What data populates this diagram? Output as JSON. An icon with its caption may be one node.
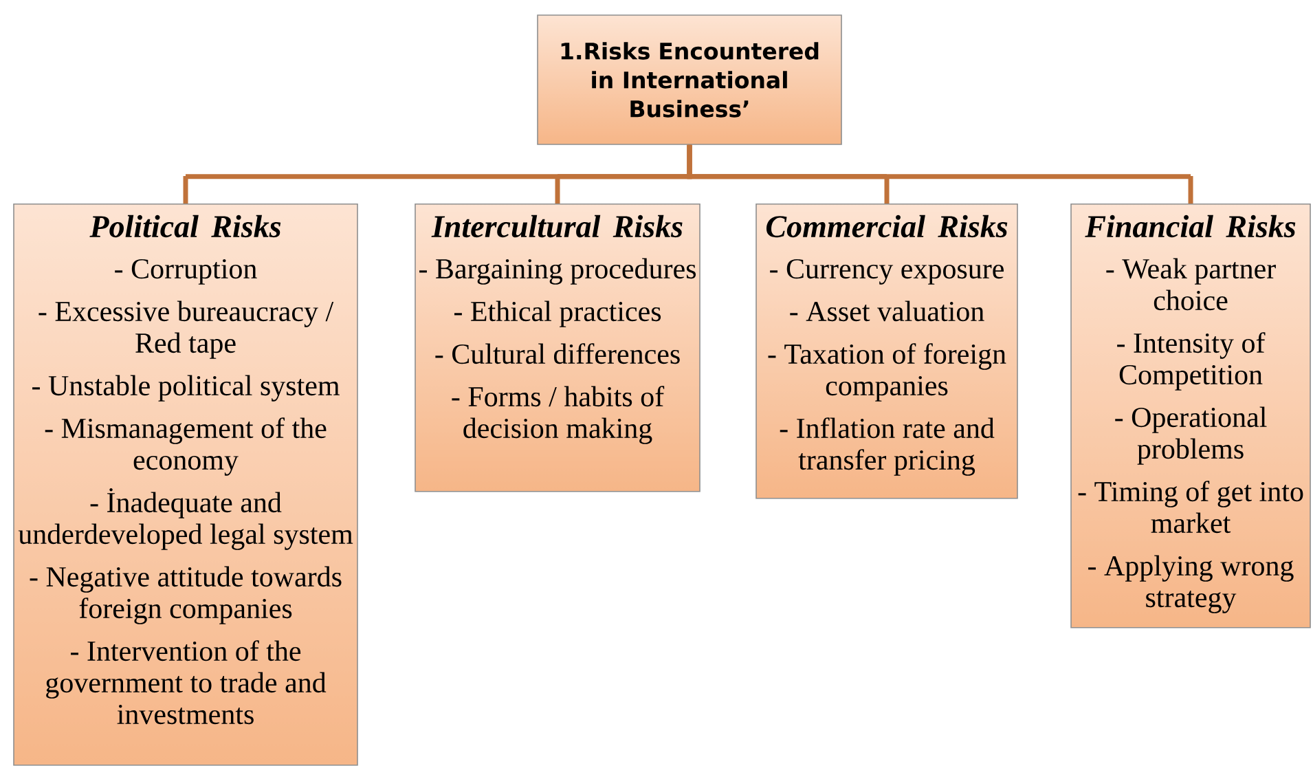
{
  "diagram": {
    "nodes": [
      {
        "text": [
          "1.Risks Encountered in International Business’"
        ]
      },
      {
        "text": [
          "Political Risks",
          "- Corruption",
          "- Excessive bureaucracy / Red tape",
          "- Unstable political system",
          "- Mismanagement of the economy",
          "- İnadequate and underdeveloped legal system",
          "- Negative attitude towards foreign companies",
          "- Intervention of the government to trade and investments"
        ]
      },
      {
        "text": [
          "Intercultural Risks",
          "- Bargaining procedures",
          "- Ethical practices",
          "- Cultural differences",
          "- Forms / habits of decision making"
        ]
      },
      {
        "text": [
          "Commercial Risks",
          "- Currency exposure",
          "- Asset valuation",
          "- Taxation of foreign companies",
          "- Inflation rate and transfer pricing"
        ]
      },
      {
        "text": [
          "Financial Risks",
          "- Weak partner choice",
          "- Intensity of Competition",
          "- Operational problems",
          "- Timing of get into market",
          "- Applying wrong strategy"
        ]
      }
    ],
    "edges": [
      {
        "from": 0,
        "to": 1,
        "arrow": "none"
      },
      {
        "from": 0,
        "to": 2,
        "arrow": "none"
      },
      {
        "from": 0,
        "to": 3,
        "arrow": "none"
      },
      {
        "from": 0,
        "to": 4,
        "arrow": "none"
      }
    ]
  }
}
